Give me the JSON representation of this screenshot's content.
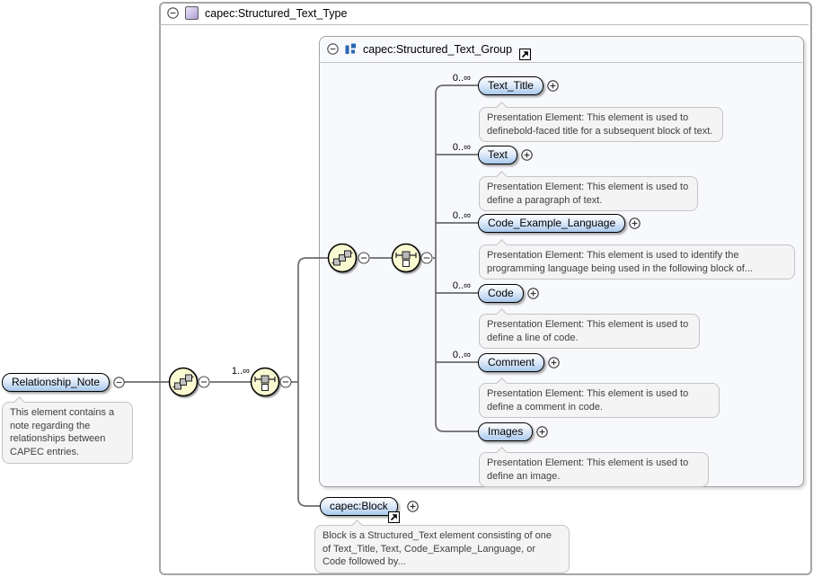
{
  "diagram": {
    "root_type": {
      "title": "capec:Structured_Text_Type"
    },
    "group": {
      "title": "capec:Structured_Text_Group"
    },
    "source_element": {
      "label": "Relationship_Note",
      "description": "This element contains a note regarding the relationships between CAPEC entries."
    },
    "group_cardinality": "1..∞",
    "group_elements": [
      {
        "label": "Text_Title",
        "cardinality": "0..∞",
        "description": "Presentation Element: This element is used to definebold-faced title for a subsequent block of text."
      },
      {
        "label": "Text",
        "cardinality": "0..∞",
        "description": "Presentation Element: This element is used to define a paragraph of text."
      },
      {
        "label": "Code_Example_Language",
        "cardinality": "0..∞",
        "description": "Presentation Element: This element is used to identify the programming language being used in the following block of..."
      },
      {
        "label": "Code",
        "cardinality": "0..∞",
        "description": "Presentation Element: This element is used to define a line of code."
      },
      {
        "label": "Comment",
        "cardinality": "0..∞",
        "description": "Presentation Element: This element is used to define a comment in code."
      },
      {
        "label": "Images",
        "cardinality": "",
        "description": "Presentation Element: This element is used to define an image."
      }
    ],
    "block_element": {
      "label": "capec:Block",
      "description": "Block is a Structured_Text element consisting of one of Text_Title, Text, Code_Example_Language, or Code followed by..."
    },
    "icons": {
      "collapse": "minus-circle ⊖",
      "expand": "plus-circle ⊕",
      "jump_to_definition": "arrow-ne ↗",
      "sequence_compositor": "cascaded-squares",
      "choice_compositor": "stacked-squares",
      "complex_type": "purple-square",
      "model_group": "blue-squares"
    },
    "colors": {
      "pill_blue": "#a9c8ec",
      "compositor_yellow": "#fafad2",
      "line_gray": "#6b6b6b",
      "inner_box_fill": "#f8f9fd",
      "group_icon_blue": "#2a66b0",
      "type_icon_purple": "#b9a8d8"
    }
  }
}
